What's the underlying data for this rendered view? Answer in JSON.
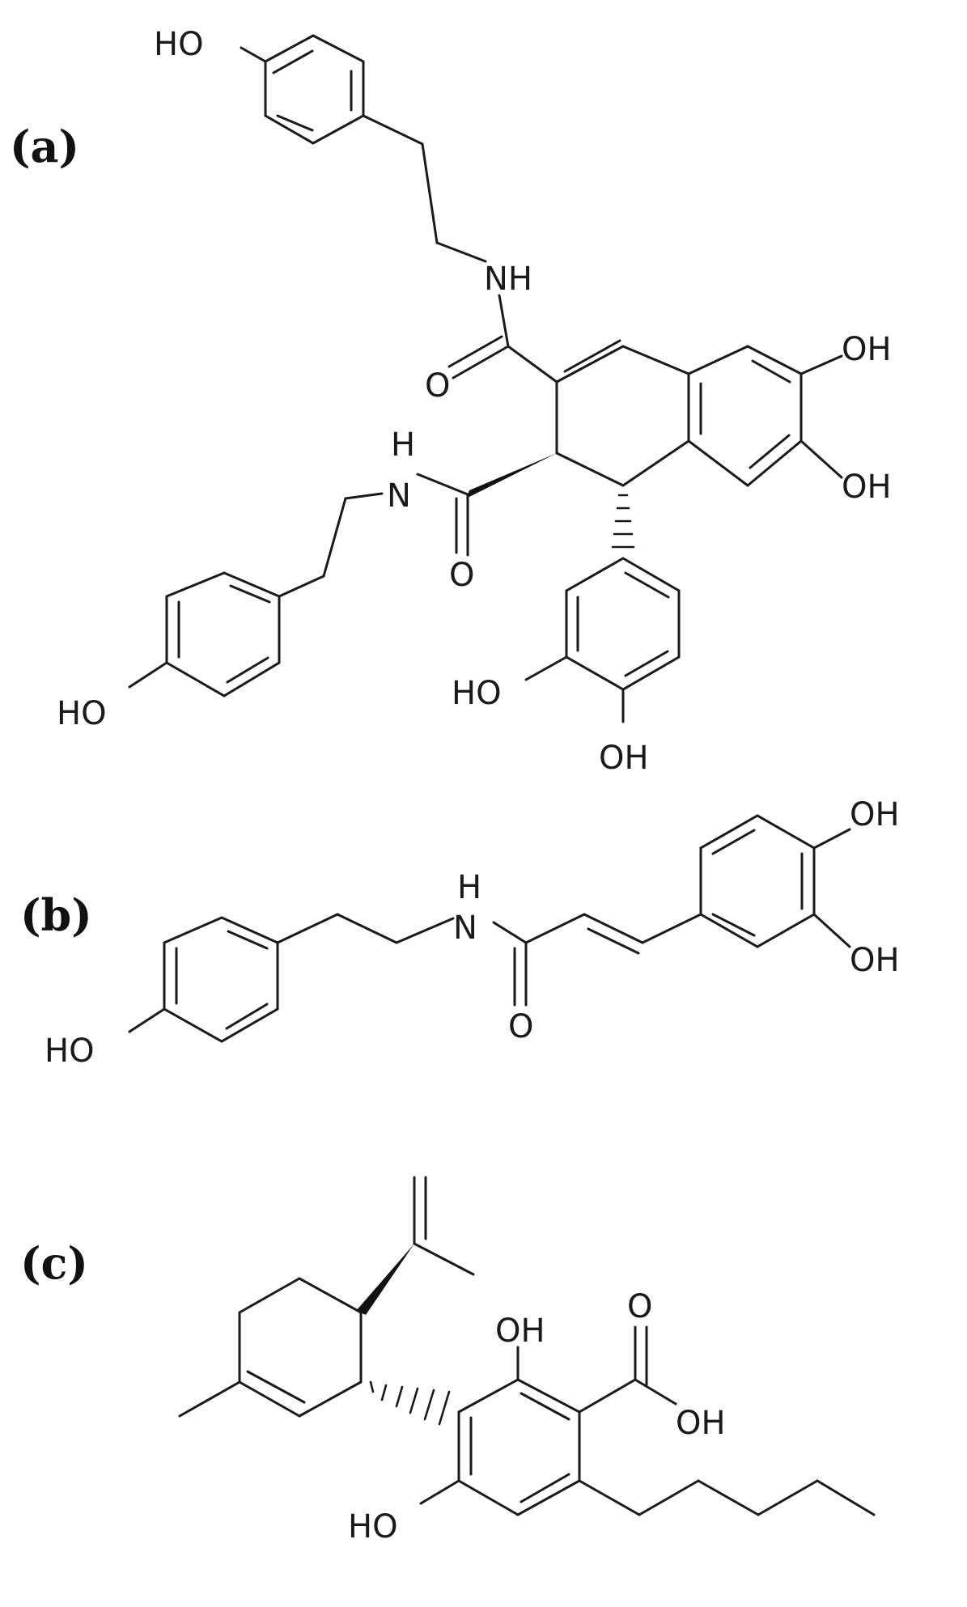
{
  "figure": {
    "panels": [
      {
        "label": "(a)",
        "atoms": {
          "ho_top": "HO",
          "nh_top": "NH",
          "o_top": "O",
          "oh_right_top": "OH",
          "oh_right_bottom": "OH",
          "h_left": "H",
          "n_left": "N",
          "o_mid": "O",
          "ho_left": "HO",
          "ho_bottom": "HO",
          "oh_bottom": "OH"
        }
      },
      {
        "label": "(b)",
        "atoms": {
          "oh_top": "OH",
          "h": "H",
          "n": "N",
          "oh_right": "OH",
          "o": "O",
          "ho": "HO"
        }
      },
      {
        "label": "(c)",
        "atoms": {
          "oh_ring": "OH",
          "o_carbonyl": "O",
          "oh_acid": "OH",
          "ho": "HO"
        }
      }
    ]
  }
}
